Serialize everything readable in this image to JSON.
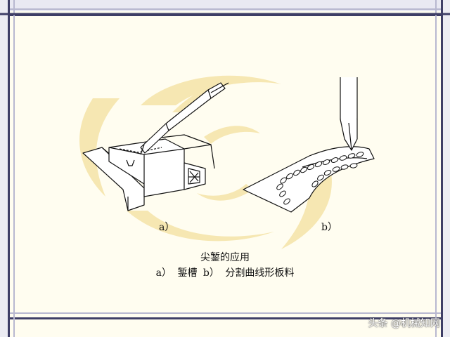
{
  "theme": {
    "background": "#fffdf0",
    "frame_dark": "#3e3e66",
    "frame_light": "#b8b8d0",
    "swirl": "#f6e7b2"
  },
  "figure": {
    "label_a": "a）",
    "label_b": "b）",
    "caption_title": "尖錾的应用",
    "caption_sub": "a） 錾槽  b） 分割曲线形板料"
  },
  "watermark": {
    "text": "头条 @机械知网"
  }
}
